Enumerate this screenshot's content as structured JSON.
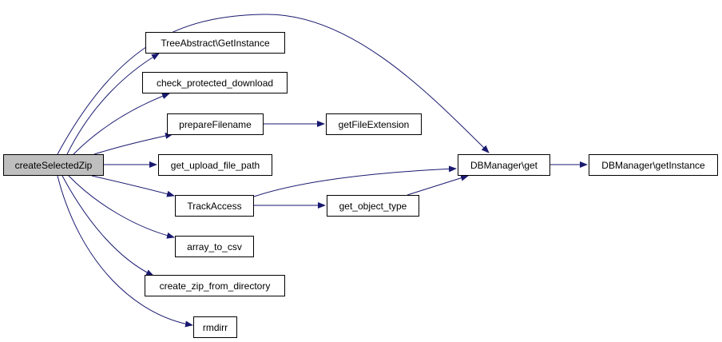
{
  "colors": {
    "edge": "#191970",
    "root_fill": "#bfbfbf",
    "node_fill": "#ffffff",
    "node_border": "#000000"
  },
  "nodes": {
    "createSelectedZip": "createSelectedZip",
    "TreeAbstract_GetInstance": "TreeAbstract\\GetInstance",
    "check_protected_download": "check_protected_download",
    "prepareFilename": "prepareFilename",
    "getFileExtension": "getFileExtension",
    "get_upload_file_path": "get_upload_file_path",
    "TrackAccess": "TrackAccess",
    "get_object_type": "get_object_type",
    "array_to_csv": "array_to_csv",
    "create_zip_from_directory": "create_zip_from_directory",
    "rmdirr": "rmdirr",
    "DBManager_get": "DBManager\\get",
    "DBManager_getInstance": "DBManager\\getInstance"
  },
  "edges": [
    [
      "createSelectedZip",
      "DBManager_get"
    ],
    [
      "createSelectedZip",
      "TreeAbstract_GetInstance"
    ],
    [
      "createSelectedZip",
      "check_protected_download"
    ],
    [
      "createSelectedZip",
      "prepareFilename"
    ],
    [
      "createSelectedZip",
      "get_upload_file_path"
    ],
    [
      "createSelectedZip",
      "TrackAccess"
    ],
    [
      "createSelectedZip",
      "array_to_csv"
    ],
    [
      "createSelectedZip",
      "create_zip_from_directory"
    ],
    [
      "createSelectedZip",
      "rmdirr"
    ],
    [
      "prepareFilename",
      "getFileExtension"
    ],
    [
      "TrackAccess",
      "DBManager_get"
    ],
    [
      "TrackAccess",
      "get_object_type"
    ],
    [
      "get_object_type",
      "DBManager_get"
    ],
    [
      "DBManager_get",
      "DBManager_getInstance"
    ]
  ]
}
